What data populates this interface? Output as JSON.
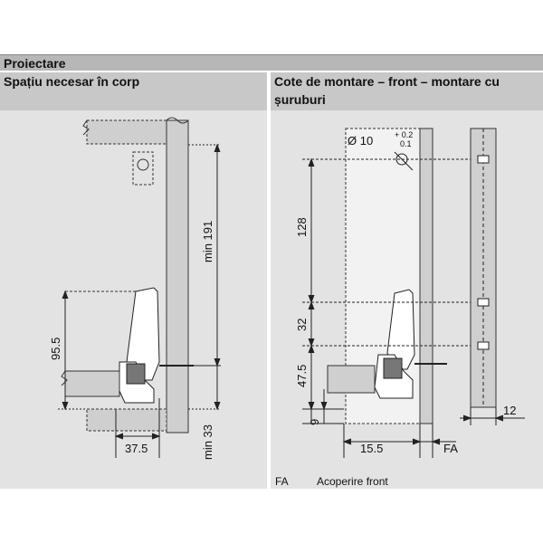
{
  "header": {
    "title": "Proiectare"
  },
  "left": {
    "title": "Spațiu necesar în corp",
    "dims": {
      "min_top": "min 191",
      "min_bottom": "min 33",
      "height": "95.5",
      "depth": "37.5"
    }
  },
  "right": {
    "title": "Cote de montare – front – montare cu șuruburi",
    "dims": {
      "hole": "Ø 10",
      "tol_plus": "+ 0.2",
      "tol_minus": "0.1",
      "d128": "128",
      "d32": "32",
      "d47": "47.5",
      "d9": "9",
      "d15": "15.5",
      "fa": "FA",
      "d12": "12"
    }
  },
  "footer": {
    "abbr": "FA",
    "desc": "Acoperire front"
  }
}
